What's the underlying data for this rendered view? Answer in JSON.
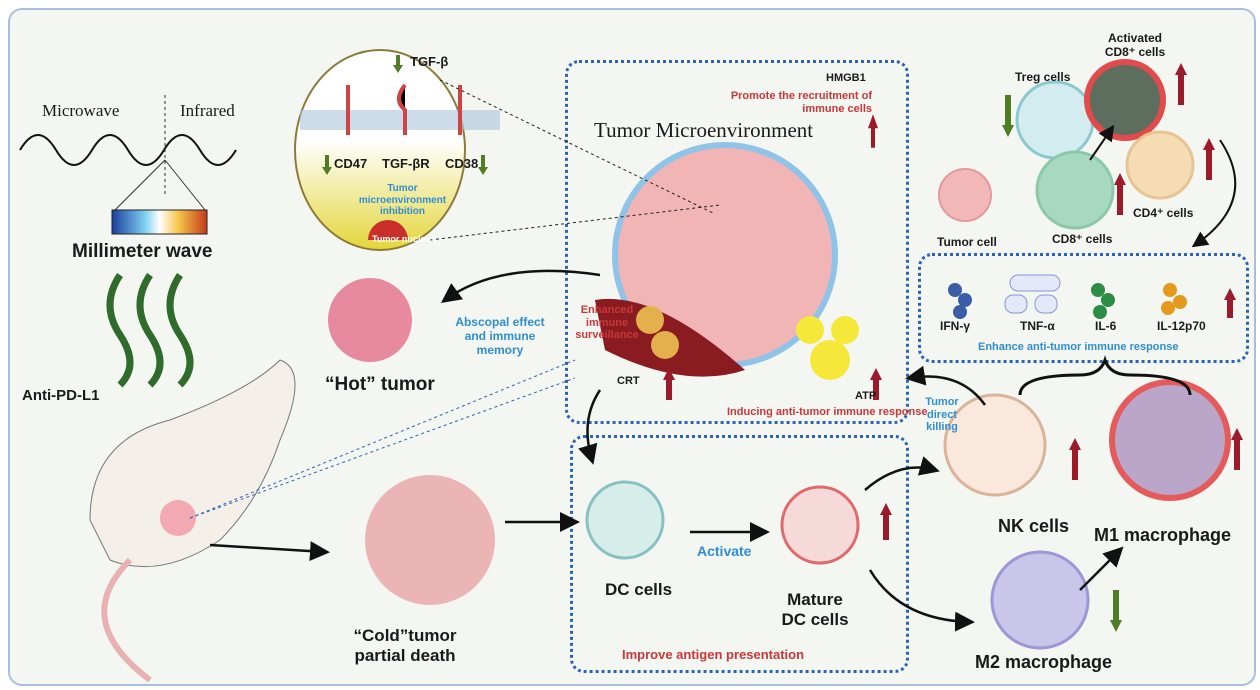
{
  "left": {
    "microwave": "Microwave",
    "infrared": "Infrared",
    "millimeter_wave": "Millimeter wave",
    "anti_pd_l1": "Anti-PD-L1"
  },
  "inset": {
    "tgf_beta": "TGF-β",
    "cd47": "CD47",
    "tgf_beta_r": "TGF-βR",
    "cd38": "CD38",
    "inhibition": "Tumor microenvironment inhibition",
    "tumor_nucleus": "Tumor nucleus"
  },
  "tme": {
    "title": "Tumor Microenvironment",
    "hmgb1": "HMGB1",
    "recruitment": "Promote the recruitment of immune cells",
    "surveillance": "Enhanced immune surveillance",
    "crt": "CRT",
    "atp": "ATP",
    "inducing": "Inducing anti-tumor immune response"
  },
  "hot": {
    "label": "“Hot” tumor",
    "abscopal": "Abscopal effect and immune memory"
  },
  "cold": {
    "label": "“Cold”tumor partial death"
  },
  "antigen": {
    "dc_cells": "DC cells",
    "activate": "Activate",
    "mature_dc": "Mature DC cells",
    "improve": "Improve antigen presentation"
  },
  "effector": {
    "direct_killing": "Tumor direct killing",
    "nk_cells": "NK cells",
    "m1": "M1 macrophage",
    "m2": "M2 macrophage"
  },
  "tcells": {
    "treg": "Treg cells",
    "activated_cd8": "Activated CD8⁺ cells",
    "cd4": "CD4⁺ cells",
    "cd8": "CD8⁺ cells",
    "tumor_cell": "Tumor cell"
  },
  "cytokines": {
    "items": [
      "IFN-γ",
      "TNF-α",
      "IL-6",
      "IL-12p70"
    ],
    "caption": "Enhance anti-tumor immune response"
  },
  "colors": {
    "up_arrow": "#9b1b2a",
    "down_arrow": "#4e7d23",
    "dotted_box": "#2c64b5",
    "red_text": "#c9373a",
    "blue_text": "#2f8ed3"
  }
}
